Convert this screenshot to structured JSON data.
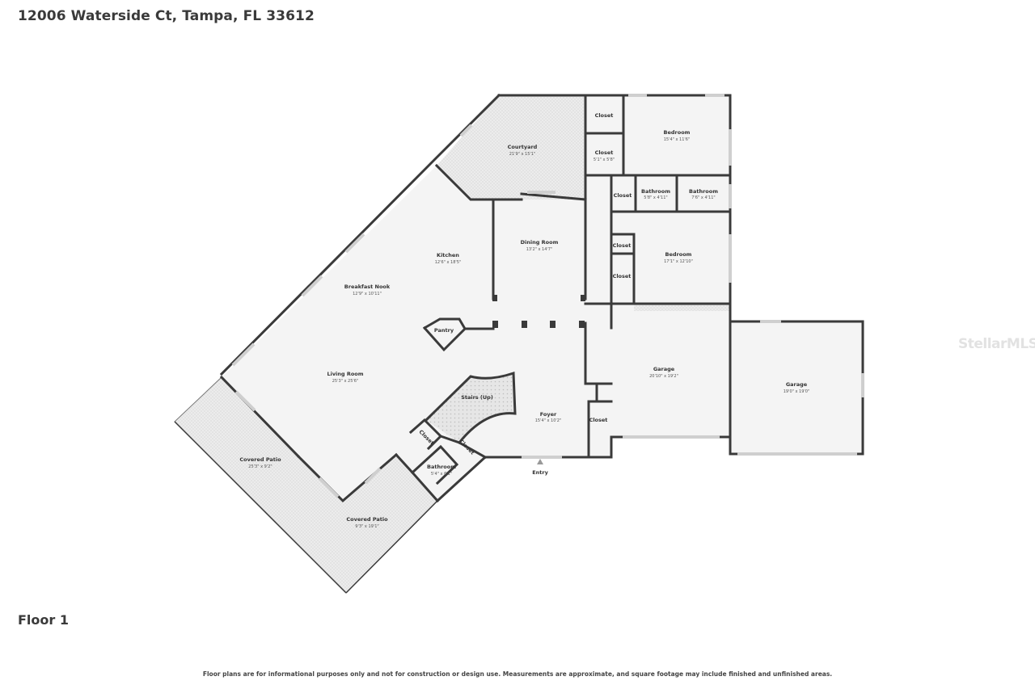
{
  "header": {
    "address": "12006 Waterside Ct, Tampa, FL 33612"
  },
  "floor_label": "Floor 1",
  "disclaimer": "Floor plans are for informational purposes only and not for construction or design use. Measurements are approximate, and square footage may include finished and unfinished areas.",
  "watermark": "StellarMLS",
  "rooms": {
    "courtyard": {
      "name": "Courtyard",
      "dim": "21'9\" x 15'1\""
    },
    "closet_top1": {
      "name": "Closet"
    },
    "closet_top2": {
      "name": "Closet",
      "dim": "5'1\" x 5'8\""
    },
    "bedroom1": {
      "name": "Bedroom",
      "dim": "15'4\" x 11'6\""
    },
    "closet_mid": {
      "name": "Closet"
    },
    "bathroom1": {
      "name": "Bathroom",
      "dim": "5'8\" x 4'11\""
    },
    "bathroom2": {
      "name": "Bathroom",
      "dim": "7'6\" x 4'11\""
    },
    "closet_b2a": {
      "name": "Closet"
    },
    "closet_b2b": {
      "name": "Closet"
    },
    "bedroom2": {
      "name": "Bedroom",
      "dim": "17'1\" x 12'10\""
    },
    "kitchen": {
      "name": "Kitchen",
      "dim": "12'6\" x 18'5\""
    },
    "dining": {
      "name": "Dining Room",
      "dim": "13'2\" x 14'7\""
    },
    "breakfast": {
      "name": "Breakfast Nook",
      "dim": "12'9\" x 10'11\""
    },
    "pantry": {
      "name": "Pantry"
    },
    "living": {
      "name": "Living Room",
      "dim": "25'3\" x 25'6\""
    },
    "stairs": {
      "name": "Stairs (Up)"
    },
    "foyer": {
      "name": "Foyer",
      "dim": "15'4\" x 10'2\""
    },
    "garage1": {
      "name": "Garage",
      "dim": "20'10\" x 19'2\""
    },
    "garage2": {
      "name": "Garage",
      "dim": "19'0\" x 19'0\""
    },
    "closet_garage": {
      "name": "Closet"
    },
    "closet_hall1": {
      "name": "Closet"
    },
    "closet_hall2": {
      "name": "Closet"
    },
    "bathroom3": {
      "name": "Bathroom",
      "dim": "5'4\" x 6'1\""
    },
    "patio1": {
      "name": "Covered Patio",
      "dim": "25'3\" x 9'2\""
    },
    "patio2": {
      "name": "Covered Patio",
      "dim": "9'3\" x 19'1\""
    },
    "entry": {
      "name": "Entry"
    }
  },
  "colors": {
    "wall": "#3a3a3a",
    "floor": "#f4f4f4",
    "patio": "#ebebeb",
    "window": "#cfcfcf"
  }
}
